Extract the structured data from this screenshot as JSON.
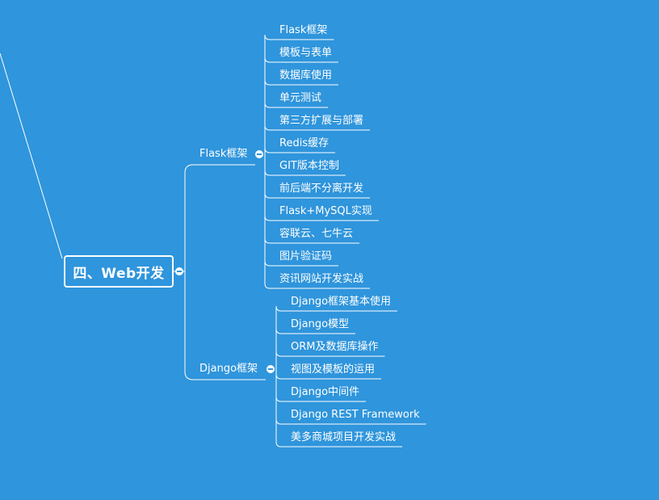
{
  "mindmap": {
    "root": {
      "label": "四、Web开发"
    },
    "branches": [
      {
        "label": "Flask框架",
        "children": [
          "Flask框架",
          "模板与表单",
          "数据库使用",
          "单元测试",
          "第三方扩展与部署",
          "Redis缓存",
          "GIT版本控制",
          "前后端不分离开发",
          "Flask+MySQL实现",
          "容联云、七牛云",
          "图片验证码",
          "资讯网站开发实战"
        ]
      },
      {
        "label": "Django框架",
        "children": [
          "Django框架基本使用",
          "Django模型",
          "ORM及数据库操作",
          "视图及模板的运用",
          "Django中间件",
          "Django REST Framework",
          "美多商城项目开发实战"
        ]
      }
    ]
  },
  "colors": {
    "background": "#2f95dc",
    "line": "#ffffff",
    "text": "#ffffff"
  },
  "icons": {
    "collapse": "minus-circle-icon"
  }
}
